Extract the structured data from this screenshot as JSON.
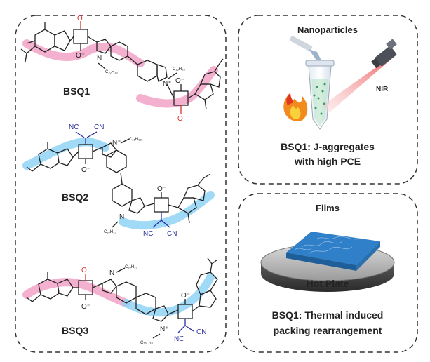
{
  "left_panel": {
    "molecules": [
      {
        "label": "BSQ1",
        "highlight": "pink"
      },
      {
        "label": "BSQ2",
        "highlight": "blue"
      },
      {
        "label": "BSQ3",
        "highlight": "pink+blue"
      }
    ],
    "atoms": {
      "O": "O",
      "O_minus": "O⁻",
      "N": "N",
      "N_plus": "N⁺",
      "CN": "CN",
      "NC": "NC",
      "alkyl": "C₁₆H₃₃"
    }
  },
  "nanoparticles_panel": {
    "title": "Nanoparticles",
    "nir_label": "NIR",
    "caption_line1": "BSQ1: J-aggregates",
    "caption_line2": "with high PCE"
  },
  "films_panel": {
    "title": "Films",
    "hot_plate_label": "Hot Plate",
    "caption_line1": "BSQ1: Thermal induced",
    "caption_line2": "packing rearrangement"
  },
  "colors": {
    "pink_highlight": "#f2a3c7",
    "blue_highlight": "#8fd3f4",
    "carbonyl_red": "#d9342b",
    "cyano_blue": "#2b2f9e",
    "panel_border": "#333333",
    "laser_red": "#e8383b",
    "flame_orange": "#f28a1c",
    "film_blue": "#2f80c8"
  }
}
